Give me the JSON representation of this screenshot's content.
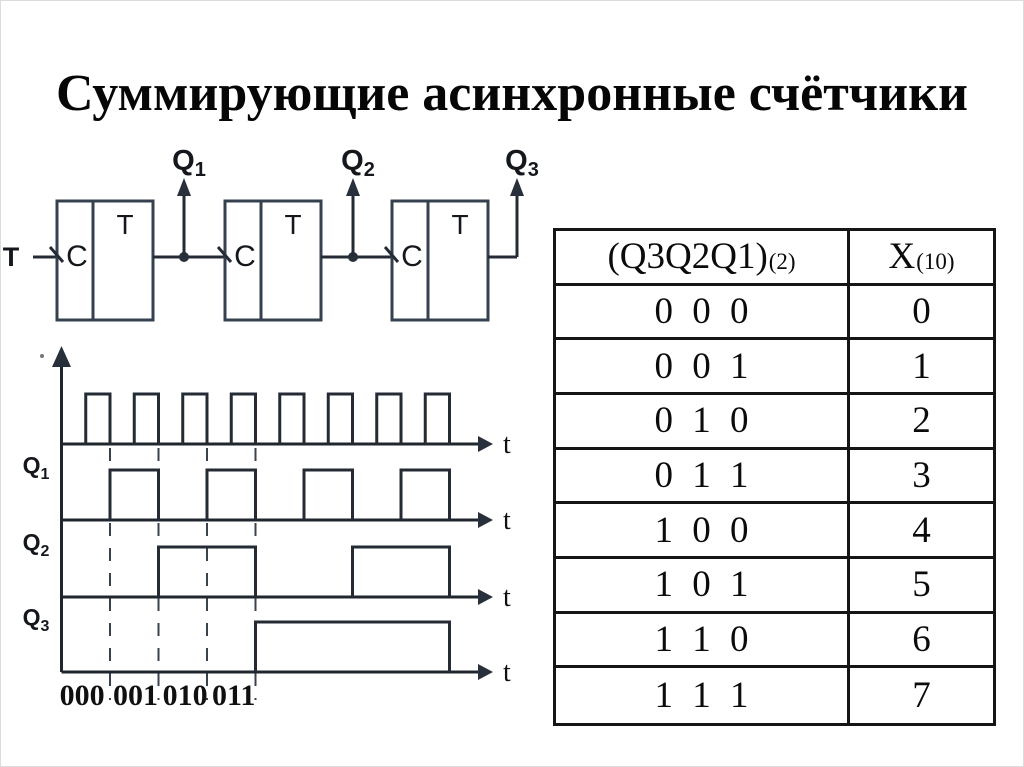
{
  "title": "Суммирующие асинхронные счётчики",
  "circuit": {
    "input_label": "T",
    "flipflops": [
      {
        "clock_label": "C",
        "type_label": "T",
        "output_main": "Q",
        "output_sub": "1"
      },
      {
        "clock_label": "C",
        "type_label": "T",
        "output_main": "Q",
        "output_sub": "2"
      },
      {
        "clock_label": "C",
        "type_label": "T",
        "output_main": "Q",
        "output_sub": "3"
      }
    ]
  },
  "timing": {
    "axis_label": "t",
    "rows": [
      {
        "id": "clock",
        "label_main": "",
        "label_sub": "",
        "high": [
          [
            1,
            2
          ],
          [
            3,
            4
          ],
          [
            5,
            6
          ],
          [
            7,
            8
          ],
          [
            9,
            10
          ],
          [
            11,
            12
          ],
          [
            13,
            14
          ],
          [
            15,
            16
          ]
        ]
      },
      {
        "id": "q1",
        "label_main": "Q",
        "label_sub": "1",
        "high": [
          [
            2,
            4
          ],
          [
            6,
            8
          ],
          [
            10,
            12
          ],
          [
            14,
            16
          ]
        ]
      },
      {
        "id": "q2",
        "label_main": "Q",
        "label_sub": "2",
        "high": [
          [
            4,
            8
          ],
          [
            12,
            16
          ]
        ]
      },
      {
        "id": "q3",
        "label_main": "Q",
        "label_sub": "3",
        "high": [
          [
            8,
            16
          ]
        ]
      }
    ],
    "guides": [
      2,
      4,
      6,
      8
    ],
    "count_labels": [
      {
        "text": "000",
        "t": 0.85
      },
      {
        "text": "001",
        "t": 3.05
      },
      {
        "text": "010",
        "t": 5.1
      },
      {
        "text": "011",
        "t": 7.1
      }
    ]
  },
  "table": {
    "headers": [
      {
        "main": "(Q3Q2Q1)",
        "sub": "(2)"
      },
      {
        "main": "X",
        "sub": "(10)"
      }
    ],
    "rows": [
      {
        "binary": "0 0 0",
        "decimal": "0"
      },
      {
        "binary": "0 0 1",
        "decimal": "1"
      },
      {
        "binary": "0 1 0",
        "decimal": "2"
      },
      {
        "binary": "0 1 1",
        "decimal": "3"
      },
      {
        "binary": "1 0 0",
        "decimal": "4"
      },
      {
        "binary": "1 0 1",
        "decimal": "5"
      },
      {
        "binary": "1 1 0",
        "decimal": "6"
      },
      {
        "binary": "1 1 1",
        "decimal": "7"
      }
    ]
  },
  "colors": {
    "ink": "#0d0d0d",
    "circuit_stroke": "#36414f",
    "wave_stroke": "#242b34",
    "table_border": "#151515",
    "background": "#ffffff"
  }
}
